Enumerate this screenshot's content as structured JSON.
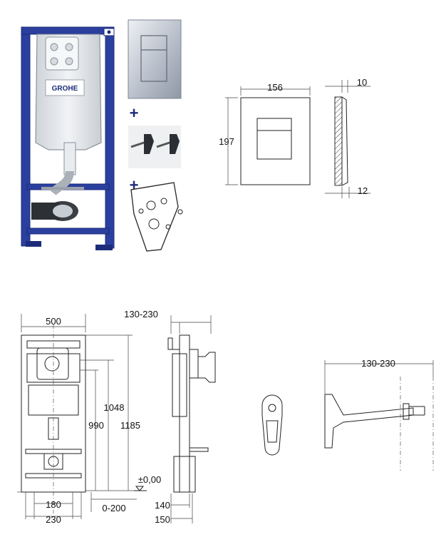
{
  "brand": "GROHE",
  "plus_signs": [
    "+",
    "+"
  ],
  "plate": {
    "width": "156",
    "height": "197",
    "depth_top": "10",
    "depth_bottom": "12"
  },
  "frame": {
    "width": "500",
    "depth_range": "130-230",
    "h_1048": "1048",
    "h_990": "990",
    "h_1185": "1185",
    "level": "±0,00",
    "spacing_180": "180",
    "spacing_230": "230",
    "adjust": "0-200",
    "side_140": "140",
    "side_150": "150"
  },
  "bracket": {
    "depth_range": "130-230"
  },
  "colors": {
    "frame_blue": "#2a3f9e",
    "frame_dark": "#1c2c7a",
    "cistern": "#e4e7ea",
    "chrome": "#b9bfc8",
    "line": "#222222"
  }
}
